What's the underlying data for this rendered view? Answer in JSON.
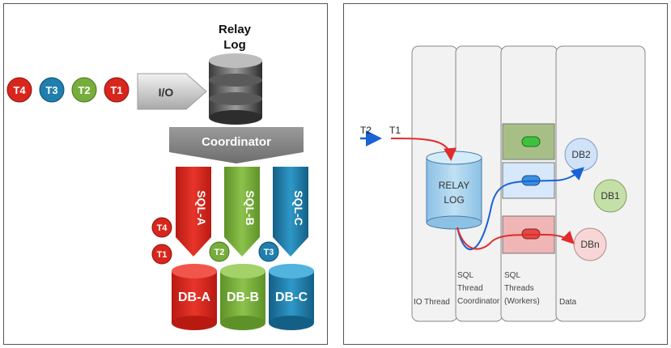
{
  "left": {
    "title_line1": "Relay",
    "title_line2": "Log",
    "io_label": "I/O",
    "coordinator_label": "Coordinator",
    "queue_tokens": [
      "T4",
      "T3",
      "T2",
      "T1"
    ],
    "sql_labels": [
      "SQL-A",
      "SQL-B",
      "SQL-C"
    ],
    "db_labels": [
      "DB-A",
      "DB-B",
      "DB-C"
    ],
    "side_tokens": [
      "T4",
      "T1",
      "T2",
      "T3"
    ],
    "colors": {
      "red": "#d8261c",
      "blue": "#1f7fae",
      "green": "#77ad3b",
      "gray": "#8f8f8f"
    }
  },
  "right": {
    "incoming": [
      "T2",
      "T1"
    ],
    "relay_log_line1": "RELAY",
    "relay_log_line2": "LOG",
    "column_labels": {
      "io_thread": "IO Thread",
      "sql_line1": "SQL",
      "sql_line2": "Thread",
      "sql_line3": "Coordinator",
      "workers_line1": "SQL",
      "workers_line2": "Threads",
      "workers_line3": "(Workers)",
      "data": "Data"
    },
    "dbs": [
      "DB2",
      "DB1",
      "DBn"
    ]
  }
}
